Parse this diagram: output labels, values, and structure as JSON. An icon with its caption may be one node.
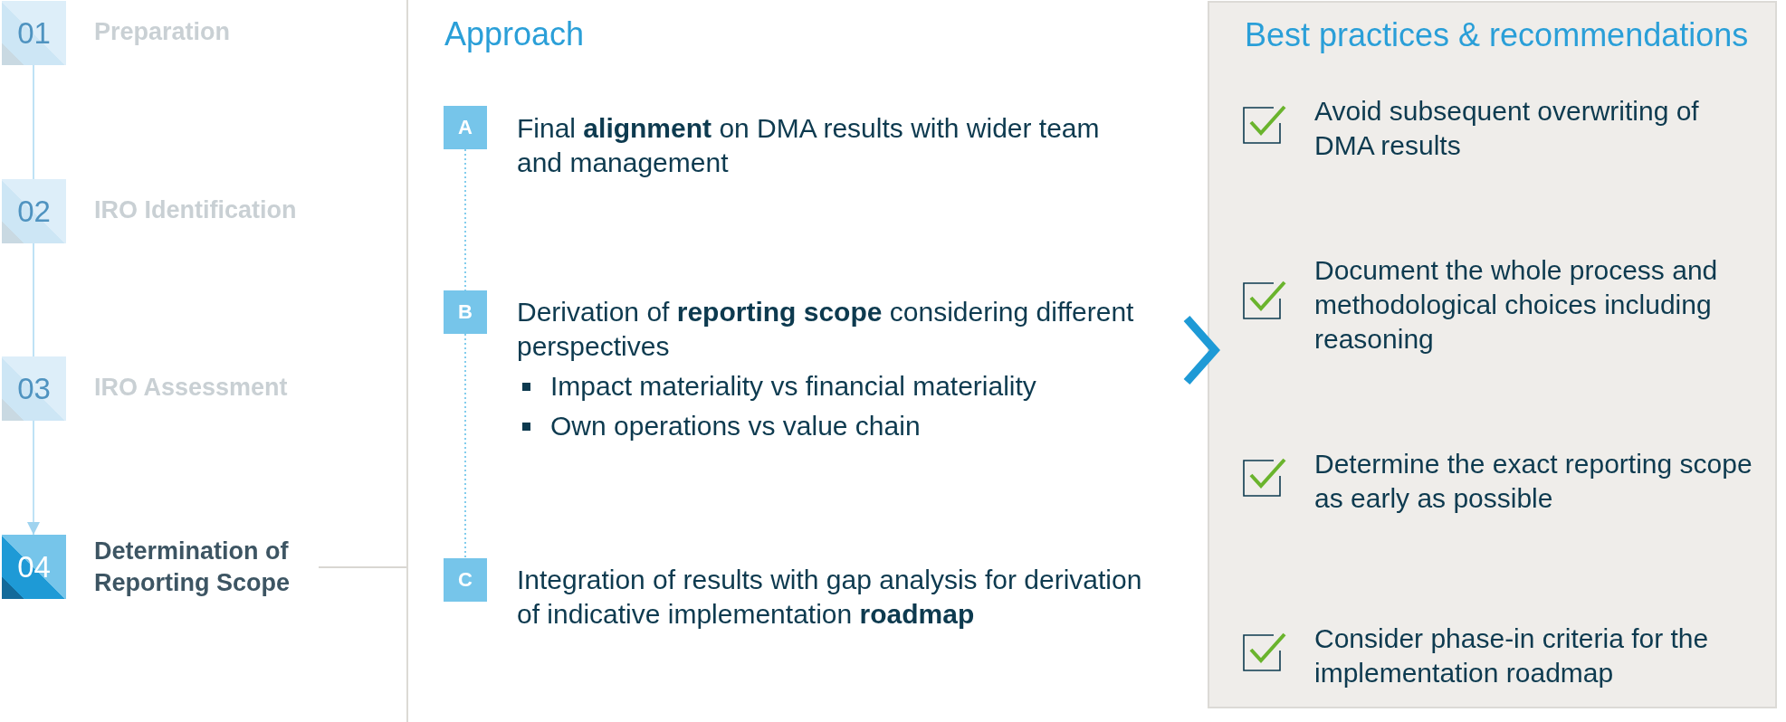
{
  "diagram": {
    "nodes": [
      {
        "text": [
          "01"
        ],
        "beside": [
          "Preparation"
        ]
      },
      {
        "text": [
          "02"
        ],
        "beside": [
          "IRO Identification"
        ]
      },
      {
        "text": [
          "03"
        ],
        "beside": [
          "IRO Assessment"
        ]
      },
      {
        "text": [
          "04"
        ],
        "beside": [
          "Determination of Reporting Scope"
        ]
      },
      {
        "text": [
          "Approach"
        ]
      },
      {
        "text": [
          "A"
        ],
        "in": 4,
        "beside": [
          "Final **alignment** on DMA results with wider team and management"
        ]
      },
      {
        "text": [
          "B"
        ],
        "in": 4,
        "beside": [
          "Derivation of **reporting scope** considering different perspectives",
          "Impact materiality vs financial materiality",
          "Own operations vs value chain"
        ]
      },
      {
        "text": [
          "C"
        ],
        "in": 4,
        "beside": [
          "Integration of results with gap analysis for derivation of indicative implementation **roadmap**"
        ]
      },
      {
        "text": [
          "Best practices & recommendations"
        ]
      },
      {
        "text": [
          "Avoid subsequent overwriting of DMA results"
        ],
        "in": 8
      },
      {
        "text": [
          "Document the whole process and methodological choices including reasoning"
        ],
        "in": 8
      },
      {
        "text": [
          "Determine the exact reporting scope as early as possible"
        ],
        "in": 8
      },
      {
        "text": [
          "Consider phase-in criteria for the implementation roadmap"
        ],
        "in": 8
      }
    ],
    "edges": [
      {
        "from": 0,
        "to": 1,
        "arrow": "none"
      },
      {
        "from": 1,
        "to": 2,
        "arrow": "none"
      },
      {
        "from": 2,
        "to": 3,
        "arrow": "to"
      },
      {
        "from": 3,
        "to": 4,
        "arrow": "none",
        "color": "#d9d7d2"
      },
      {
        "from": 5,
        "to": 6,
        "arrow": "none",
        "style": "dashed",
        "color": "#5bbde8"
      },
      {
        "from": 6,
        "to": 7,
        "arrow": "none",
        "style": "dashed",
        "color": "#5bbde8"
      },
      {
        "from": 4,
        "to": 8,
        "arrow": "to",
        "style": "thick",
        "color": "#1e9ad6"
      }
    ]
  }
}
